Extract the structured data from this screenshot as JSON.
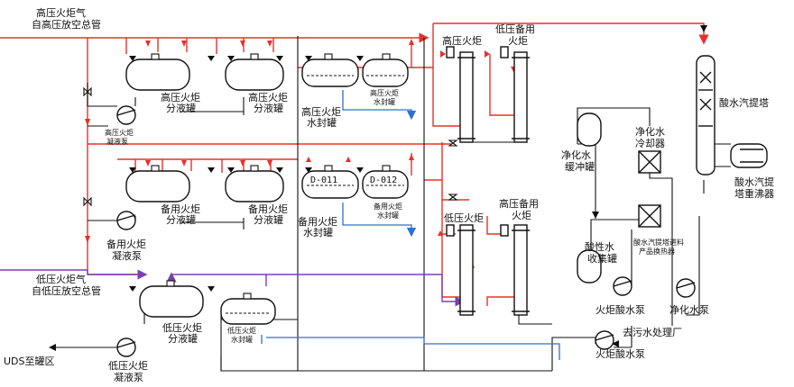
{
  "labels": {
    "hp_gas_line1": "高压火炬气",
    "hp_gas_line2": "自高压放空总管",
    "lp_gas_line1": "低压火炬气",
    "lp_gas_line2": "自低压放空总管",
    "uds": "UDS至罐区",
    "hp_ko1_a": "高压火炬",
    "hp_ko1_b": "分液罐",
    "hp_ko2_a": "高压火炬",
    "hp_ko2_b": "分液罐",
    "hp_pump_a": "高压火炬",
    "hp_pump_b": "凝液泵",
    "hp_seal_a": "高压火炬",
    "hp_seal_b": "水封罐",
    "hp_seal2_a": "高压火炬",
    "hp_seal2_b": "水封罐",
    "hp_flare": "高压火炬",
    "lp_spare_flare_a": "低压备用",
    "lp_spare_flare_b": "火炬",
    "sp_ko1_a": "备用火炬",
    "sp_ko1_b": "分液罐",
    "sp_ko2_a": "备用火炬",
    "sp_ko2_b": "分液罐",
    "sp_pump_a": "备用火炬",
    "sp_pump_b": "凝液泵",
    "d011": "D-011",
    "d012": "D-012",
    "sp_seal_a": "备用火炬",
    "sp_seal_b": "水封罐",
    "sp_seal2_a": "备用火炬",
    "sp_seal2_b": "水封罐",
    "lp_flare": "低压火炬",
    "hp_spare_flare_a": "高压备用",
    "hp_spare_flare_b": "火炬",
    "lp_ko_a": "低压火炬",
    "lp_ko_b": "分液罐",
    "lp_pump_a": "低压火炬",
    "lp_pump_b": "凝液泵",
    "lp_seal_a": "低压火炬",
    "lp_seal_b": "水封罐",
    "pw_buffer_a": "净化水",
    "pw_buffer_b": "缓冲罐",
    "pw_cooler_a": "净化水",
    "pw_cooler_b": "冷却器",
    "stripper": "酸水汽提塔",
    "reboiler_a": "酸水汽提",
    "reboiler_b": "塔重沸器",
    "feed_hx_a": "酸水汽提塔进料",
    "feed_hx_b": "产品换热器",
    "sw_tank_a": "酸性水",
    "sw_tank_b": "收集罐",
    "flare_sw_pump": "火炬酸水泵",
    "pw_pump": "净化水泵",
    "to_wwtp": "去污水处理厂",
    "flare_sw_pump2": "火炬酸水泵"
  },
  "colors": {
    "gas": "#e8302a",
    "water": "#2e6fd0",
    "lp_gas": "#7b3fb0",
    "line": "#111111"
  }
}
